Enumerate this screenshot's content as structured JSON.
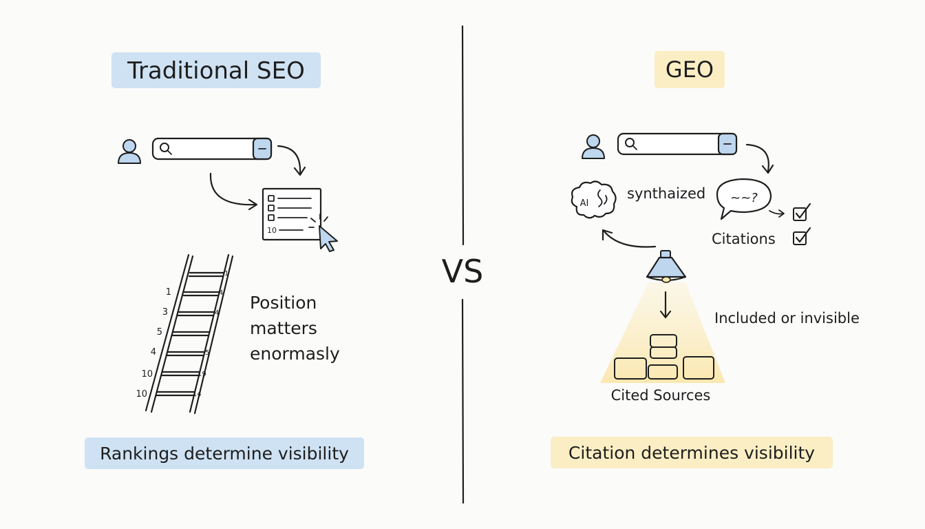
{
  "colors": {
    "background": "#fbfbfa",
    "seo_accent": "#cfe2f3",
    "geo_accent": "#fbeec4",
    "icon_blue": "#bed7ef",
    "ink": "#1e1e1e"
  },
  "divider": {
    "vs_label": "VS"
  },
  "left": {
    "title": "Traditional SEO",
    "results_list": {
      "last_item_label": "10"
    },
    "ladder": {
      "left_numbers": [
        "1",
        "3",
        "5",
        "4",
        "10",
        "10"
      ],
      "right_numbers": [
        "1",
        "4",
        "4",
        "5",
        "19",
        "14"
      ]
    },
    "note_lines": [
      "Position",
      "matters",
      "enormasly"
    ],
    "caption": "Rankings determine visibility"
  },
  "right": {
    "title": "GEO",
    "ai_label": "AI",
    "synthesized_label": "synthaized",
    "bubble_text": "~~?",
    "citations_label": "Citations",
    "included_label": "Included or invisible",
    "cited_sources_label": "Cited Sources",
    "caption": "Citation determines visibility"
  }
}
